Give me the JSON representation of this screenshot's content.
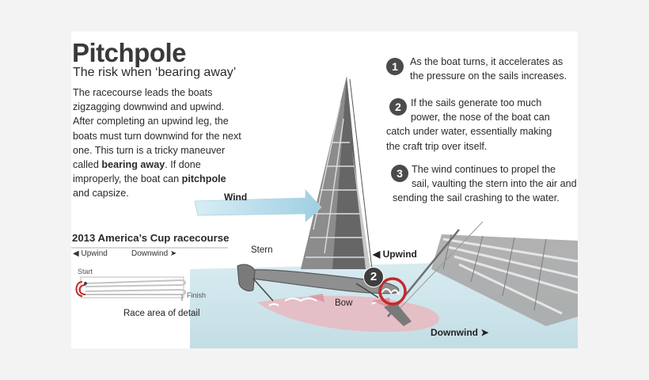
{
  "header": {
    "title": "Pitchpole",
    "subtitle": "The risk when ‘bearing away’"
  },
  "intro": {
    "part1": "The racecourse leads the boats zigzagging downwind and upwind. After completing an upwind leg, the boats must turn downwind for the next one. This turn is a tricky maneuver called ",
    "bold1": "bearing away",
    "part2": ". If done improperly, the boat can ",
    "bold2": "pitchpole",
    "part3": " and capsize."
  },
  "steps": [
    {
      "num": "1",
      "line1": "As the boat turns, it accelerates as",
      "line2": "the pressure on the sails increases."
    },
    {
      "num": "2",
      "line1": "If the sails generate too much",
      "line2": "power, the nose of the boat can",
      "line3": "catch under water, essentially making",
      "line4": "the craft trip over itself."
    },
    {
      "num": "3",
      "line1": "The wind continues to propel the",
      "line2": "sail, vaulting the stern into the air and",
      "line3": "sending the sail crashing to the water."
    }
  ],
  "diagram": {
    "wind_label": "Wind",
    "stern_label": "Stern",
    "bow_label": "Bow",
    "upwind_label": "◀ Upwind",
    "downwind_label": "Downwind ➤",
    "marker_num": "2"
  },
  "racecourse": {
    "title": "2013 America’s Cup racecourse",
    "upwind": "◀ Upwind",
    "downwind": "Downwind ➤",
    "start": "Start",
    "finish": "Finish",
    "caption": "Race area of detail"
  },
  "colors": {
    "water": "#cfe6ec",
    "wake": "#e9b9bf",
    "sail_dark": "#6b6b6b",
    "sail_light": "#9a9a9a",
    "wind_arrow": "#bfe0ec",
    "marker": "#c62828"
  }
}
